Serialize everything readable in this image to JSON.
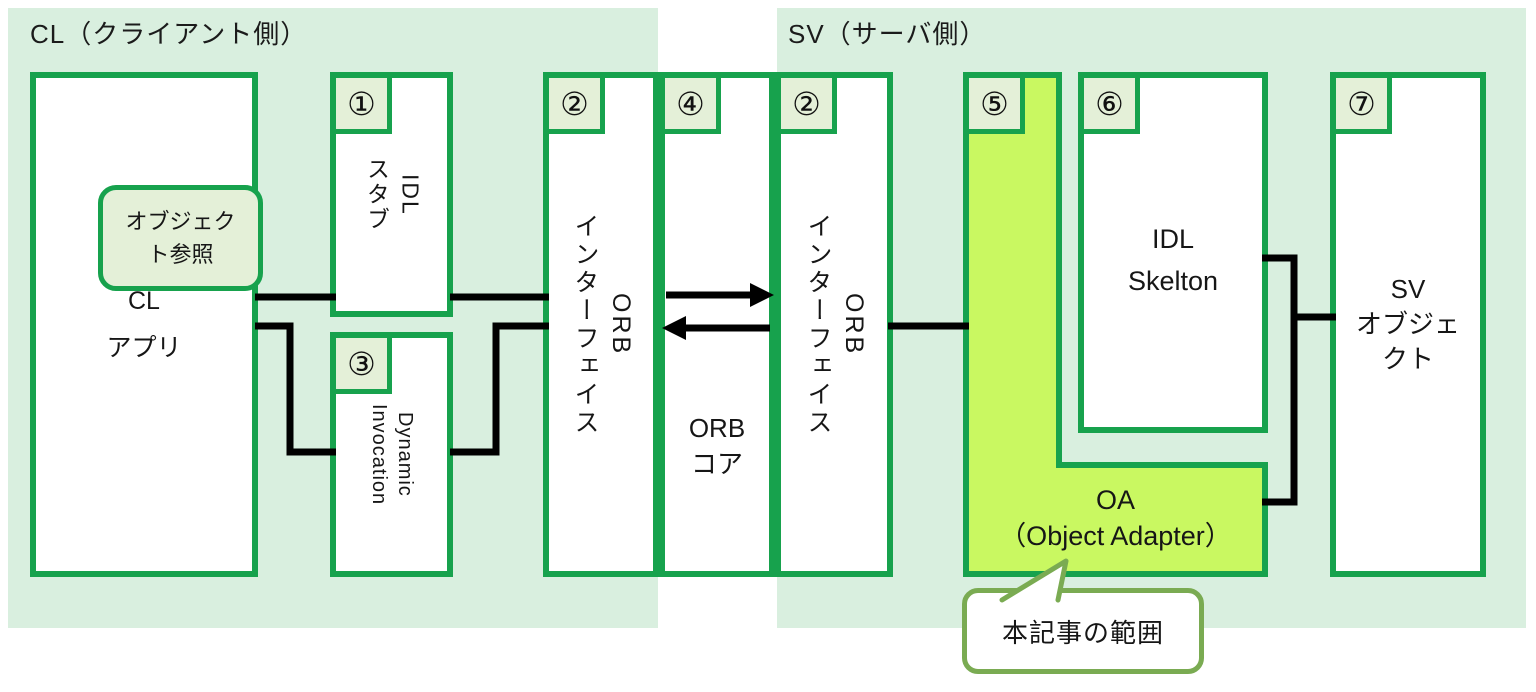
{
  "panels": {
    "client": {
      "title": "CL（クライアント側）"
    },
    "server": {
      "title": "SV（サーバ側）"
    }
  },
  "boxes": {
    "cl_app": {
      "lines": [
        "CL",
        "アプリ"
      ]
    },
    "object_reference": {
      "lines": [
        "オブジェク",
        "ト参照"
      ]
    },
    "idl_stub": {
      "number": "①",
      "columns": [
        "IDL",
        "スタブ"
      ]
    },
    "dynamic_invocation": {
      "number": "③",
      "columns": [
        "Dynamic",
        "Invocation"
      ]
    },
    "orb_interface_client": {
      "number": "②",
      "columns": [
        "ORB",
        "インターフェイス"
      ]
    },
    "orb_core": {
      "number": "④",
      "lines": [
        "ORB",
        "コア"
      ]
    },
    "orb_interface_server": {
      "number": "②",
      "columns": [
        "ORB",
        "インターフェイス"
      ]
    },
    "object_adapter": {
      "number": "⑤",
      "lines": [
        "OA",
        "（Object Adapter）"
      ]
    },
    "idl_skelton": {
      "number": "⑥",
      "lines": [
        "IDL",
        "Skelton"
      ]
    },
    "sv_object": {
      "number": "⑦",
      "lines": [
        "SV",
        "オブジェ",
        "クト"
      ]
    }
  },
  "callout": {
    "text": "本記事の範囲"
  },
  "colors": {
    "panel_bg": "#d9efdf",
    "tab_bg": "#e4f0d8",
    "box_border": "#17a24d",
    "oa_fill": "#c9f861",
    "callout_border": "#7aab52",
    "connector": "#000000"
  }
}
